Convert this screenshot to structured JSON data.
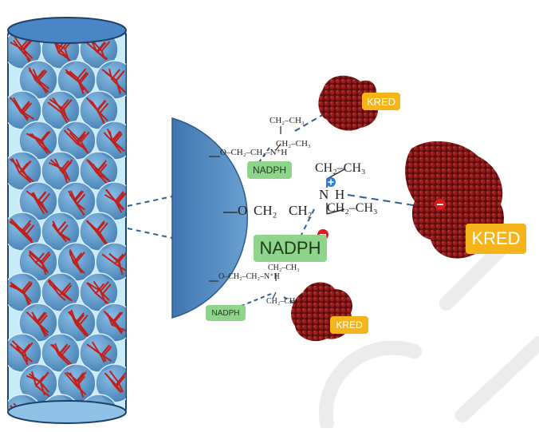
{
  "colors": {
    "column_fill": "#bfe6f7",
    "column_stroke": "#1e3f66",
    "bead_fill": "#4d8ec9",
    "fiber": "#c0201c",
    "support": "#5b8fc4",
    "nadph": "#8fd48b",
    "kred": "#f4b41a",
    "enzyme": "#6b1010",
    "charge_negative": "#e01a1a",
    "charge_positive": "#2b7fd6"
  },
  "labels": {
    "nadph_top": "NADPH",
    "nadph_middle": "NADPH",
    "nadph_bottom": "NADPH",
    "kred_top": "KRED",
    "kred_right": "KRED",
    "kred_bottom": "KRED"
  },
  "chem": {
    "top_chain": "O–CH₂–CH₂–N⁺H",
    "top_ethyl_up": "CH₂–CH₃",
    "top_ethyl_down": "CH₂–CH₃",
    "mid_chain_o": "O",
    "mid_chain_ch2a": "CH₂",
    "mid_chain_ch2b": "CH₂",
    "mid_n": "N",
    "mid_h": "H",
    "mid_ethyl_up": "CH₂–CH₃",
    "mid_ethyl_down": "CH₂–CH₃",
    "bot_chain": "O–CH₂–CH₂–N⁺H",
    "bot_ethyl_up": "CH₂–CH₃",
    "bot_ethyl_down": "CH₂–CH₃"
  },
  "icons": {
    "positive_charge": "plus",
    "negative_charge": "minus"
  }
}
